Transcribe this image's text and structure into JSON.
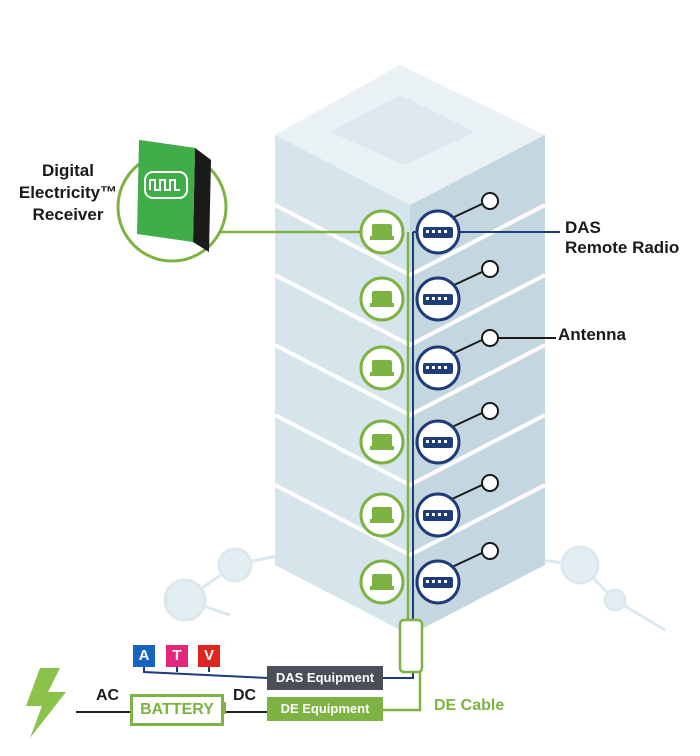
{
  "receiver_label": [
    "Digital",
    "Electricity™",
    "Receiver"
  ],
  "das_label": [
    "DAS",
    "Remote Radio"
  ],
  "antenna_label": "Antenna",
  "ac_label": "AC",
  "dc_label": "DC",
  "battery_label": "BATTERY",
  "das_equipment_label": "DAS Equipment",
  "de_equipment_label": "DE Equipment",
  "de_cable_label": "DE Cable",
  "signal_tags": [
    "A",
    "T",
    "V"
  ],
  "colors": {
    "green": "#7cb342",
    "navy": "#1f3c7a",
    "building": "#dbe7ec",
    "dark_gray": "#4a4f57",
    "tag_a": "#1565c0",
    "tag_t": "#e6267b",
    "tag_v": "#e0241f"
  },
  "icons": [
    "lightning-bolt-icon",
    "receiver-device-icon",
    "remote-radio-icon",
    "antenna-icon"
  ]
}
